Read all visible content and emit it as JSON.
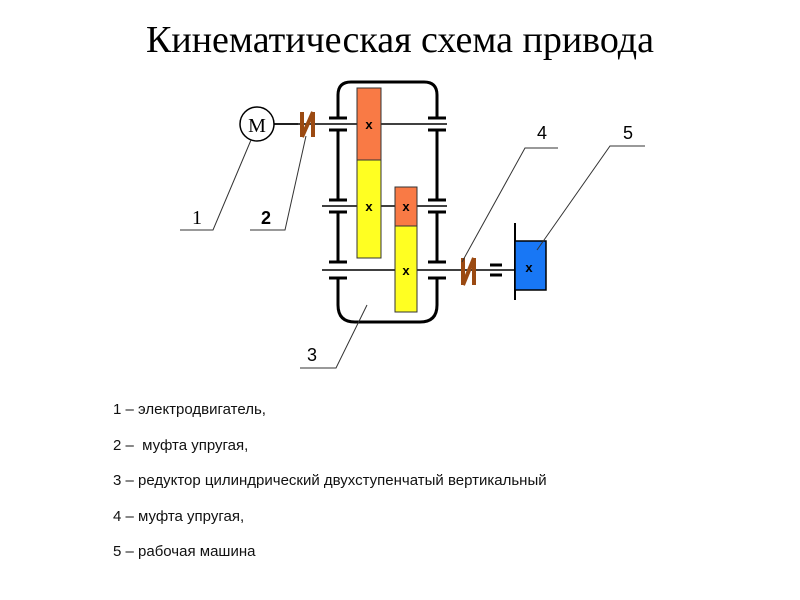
{
  "title": "Кинематическая схема привода",
  "diagram": {
    "motor_symbol": "M",
    "gear_mark": "x",
    "coupling_symbol": "И",
    "callouts": {
      "motor": "1",
      "coupling_input": "2",
      "reducer": "3",
      "coupling_output": "4",
      "machine": "5"
    },
    "colors": {
      "gear_pinion": "#F97A45",
      "gear_wheel": "#FFFF22",
      "coupling": "#9B4A12",
      "machine": "#1877F5",
      "lines": "#000000"
    }
  },
  "legend": [
    "1 – электродвигатель,",
    "2 –  муфта упругая,",
    "3 – редуктор цилиндрический двухступенчатый вертикальный",
    "4 – муфта упругая,",
    "5 – рабочая машина"
  ]
}
